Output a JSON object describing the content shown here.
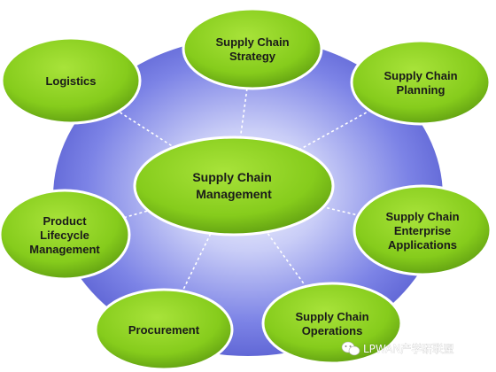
{
  "diagram": {
    "center": {
      "lines": [
        "Supply Chain",
        "Management"
      ]
    },
    "nodes": [
      {
        "id": "strategy",
        "lines": [
          "Supply Chain",
          "Strategy"
        ]
      },
      {
        "id": "planning",
        "lines": [
          "Supply Chain",
          "Planning"
        ]
      },
      {
        "id": "enterprise-applications",
        "lines": [
          "Supply Chain",
          "Enterprise",
          "Applications"
        ]
      },
      {
        "id": "operations",
        "lines": [
          "Supply Chain",
          "Operations"
        ]
      },
      {
        "id": "procurement",
        "lines": [
          "Procurement"
        ]
      },
      {
        "id": "product-lifecycle-management",
        "lines": [
          "Product",
          "Lifecycle",
          "Management"
        ]
      },
      {
        "id": "logistics",
        "lines": [
          "Logistics"
        ]
      }
    ]
  },
  "watermark": {
    "text": "LPWAN产学研联盟",
    "icon": "wechat-icon"
  },
  "colors": {
    "node_fill": "#8ed21f",
    "node_fill_dark": "#5f9f0f",
    "node_border": "#ffffff",
    "background_ellipse": "#5c63d6",
    "background_ellipse_light": "#f2f4ff",
    "connector": "#ffffff"
  }
}
